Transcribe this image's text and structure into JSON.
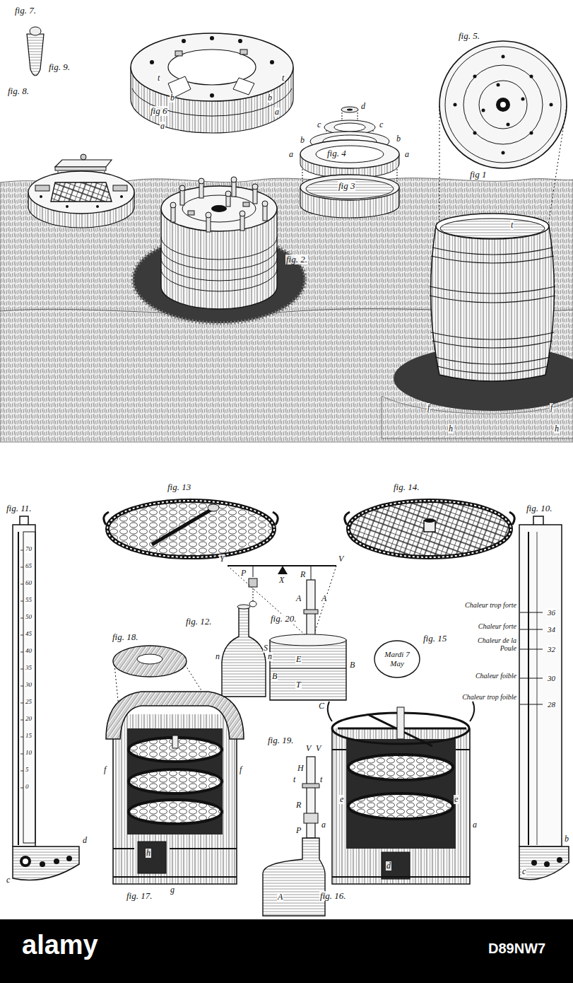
{
  "diagram": {
    "nodes": [
      {
        "text": [
          "Mardi 7 May"
        ]
      }
    ],
    "labels": [
      "fig. 7.",
      "fig. 9.",
      "fig. 8.",
      "fig 6",
      "t",
      "t",
      "b",
      "a",
      "b",
      "a",
      "fig. 4",
      "d",
      "c",
      "c",
      "b",
      "b",
      "a",
      "a",
      "fig 3",
      "fig. 5.",
      "fig 1",
      "t",
      "fig. 2.",
      "f",
      "f",
      "h",
      "h",
      "fig. 11.",
      "fig. 13",
      "fig. 14.",
      "fig. 10.",
      "70",
      "65",
      "60",
      "55",
      "50",
      "45",
      "40",
      "35",
      "30",
      "25",
      "20",
      "15",
      "10",
      "5",
      "0",
      "d",
      "c",
      "Chaleur trop forte",
      "36",
      "Chaleur forte",
      "34",
      "Chaleur de la Poule",
      "32",
      "Chaleur foible",
      "30",
      "Chaleur trop foible",
      "28",
      "b",
      "c",
      "fig. 12.",
      "n",
      "n",
      "fig. 20.",
      "Y",
      "V",
      "P",
      "X",
      "R",
      "A",
      "A",
      "S",
      "B",
      "B",
      "E",
      "T",
      "C",
      "fig. 18.",
      "fig. 15",
      "fig. 19.",
      "V",
      "V",
      "H",
      "t",
      "t",
      "R",
      "P",
      "A",
      "fig. 17.",
      "f",
      "f",
      "h",
      "g",
      "fig. 16.",
      "a",
      "a",
      "e",
      "e",
      "d",
      "alamy",
      "D89NW7"
    ]
  }
}
